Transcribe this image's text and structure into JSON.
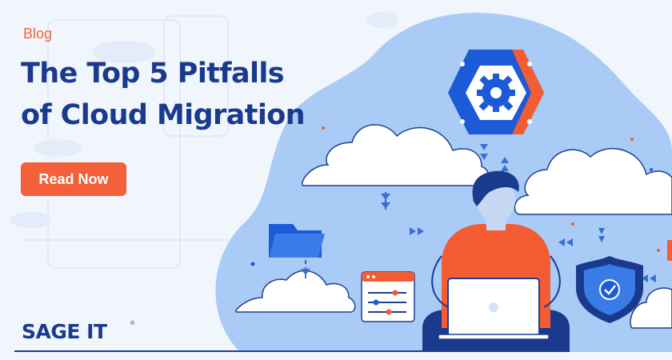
{
  "banner": {
    "category": "Blog",
    "headline_line1": "The Top 5 Pitfalls",
    "headline_line2": "of Cloud Migration",
    "cta_label": "Read Now"
  },
  "brand": {
    "name": "SAGE IT",
    "registered_mark": "®"
  },
  "illustration": {
    "icons": [
      "cloud-icon",
      "settings-gear-icon",
      "folder-icon",
      "settings-panel-icon",
      "security-shield-icon",
      "laptop-icon",
      "person-icon"
    ]
  },
  "colors": {
    "navy": "#1a3a8e",
    "accent_orange": "#f3603a",
    "sky_blob": "#a9cbf6",
    "background": "#f1f6fd",
    "hex_blue": "#1c5ad8",
    "hex_orange": "#f45d33"
  }
}
